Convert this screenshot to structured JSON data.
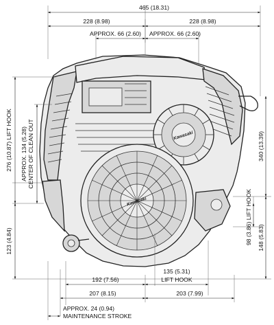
{
  "drawing": {
    "overall_width": "465 (18.31)",
    "left_half_width": "228 (8.98)",
    "right_half_width": "228 (8.98)",
    "approx_left": "APPROX. 66 (2.60)",
    "approx_right": "APPROX. 66 (2.60)",
    "lift_hook_height": "276 (10.87) LIFT HOOK",
    "clean_out_line1": "APPROX. 134 (5.28)",
    "clean_out_line2": "CENTER OF CLEAN OUT",
    "dim_123": "123 (4.84)",
    "dim_340": "340 (13.39)",
    "lift_hook_98": "98 (3.86) LIFT HOOK",
    "dim_148": "148 (5.83)",
    "dim_192": "192 (7.56)",
    "lift_hook_135_value": "135 (5.31)",
    "lift_hook_135_label": "LIFT HOOK",
    "dim_207": "207 (8.15)",
    "dim_203": "203 (7.99)",
    "maint_line1": "APPROX.  24 (0.94)",
    "maint_line2": "MAINTENANCE STROKE",
    "brand_mark_upper": "Kawasaki",
    "brand_mark_lower": "Kawasaki"
  }
}
